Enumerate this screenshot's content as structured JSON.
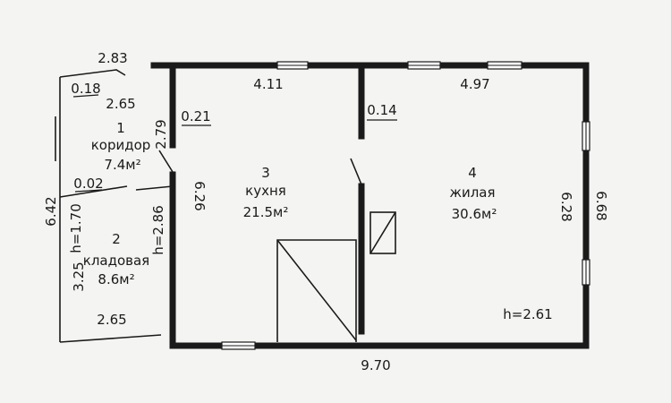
{
  "rooms": [
    {
      "num": "1",
      "name": "коридор",
      "area": "7.4м²"
    },
    {
      "num": "2",
      "name": "кладовая",
      "area": "8.6м²"
    },
    {
      "num": "3",
      "name": "кухня",
      "area": "21.5м²"
    },
    {
      "num": "4",
      "name": "жилая",
      "area": "30.6м²"
    }
  ],
  "dimensions": {
    "corridor_top": "2.83",
    "corridor_width": "2.65",
    "corridor_depth": "2.79",
    "corridor_wall": "0.18",
    "storage_wall": "0.02",
    "storage_width": "2.65",
    "storage_depth": "3.25",
    "storage_height": "h=1.70",
    "storage_height2": "h=2.86",
    "kitchen_wall": "0.21",
    "kitchen_top": "4.11",
    "kitchen_depth": "6.26",
    "partition": "0.14",
    "living_top": "4.97",
    "living_depth": "6.28",
    "outer_right": "6.68",
    "outer_left": "6.42",
    "total_width": "9.70",
    "ceiling_height": "h=2.61"
  }
}
